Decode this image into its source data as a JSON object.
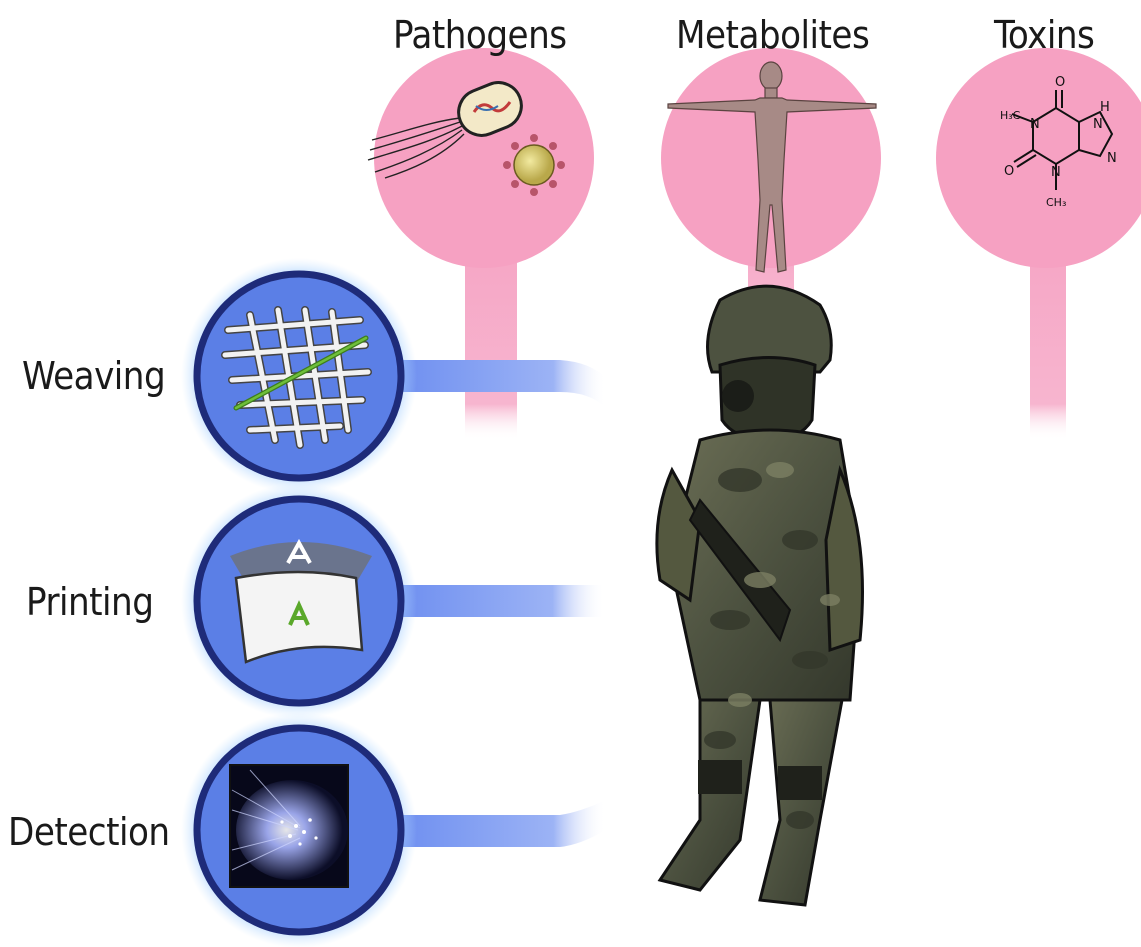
{
  "targets": [
    {
      "key": "pathogens",
      "label": "Pathogens",
      "icon": "bacteria-virus-icon"
    },
    {
      "key": "metabolites",
      "label": "Metabolites",
      "icon": "human-body-icon"
    },
    {
      "key": "toxins",
      "label": "Toxins",
      "icon": "caffeine-molecule-icon"
    }
  ],
  "methods": [
    {
      "key": "weaving",
      "label": "Weaving",
      "icon": "woven-fibers-icon"
    },
    {
      "key": "printing",
      "label": "Printing",
      "icon": "printed-fabric-icon"
    },
    {
      "key": "detection",
      "label": "Detection",
      "icon": "optical-fiber-icon"
    }
  ],
  "molecule": {
    "h3c": "H₃C",
    "ch3": "CH₃",
    "n": "N",
    "h": "H",
    "o": "O"
  },
  "print_letter": "A",
  "colors": {
    "target_pink": "#f6a1c2",
    "method_blue": "#5b7fe6",
    "ring": "#1e2b79"
  }
}
